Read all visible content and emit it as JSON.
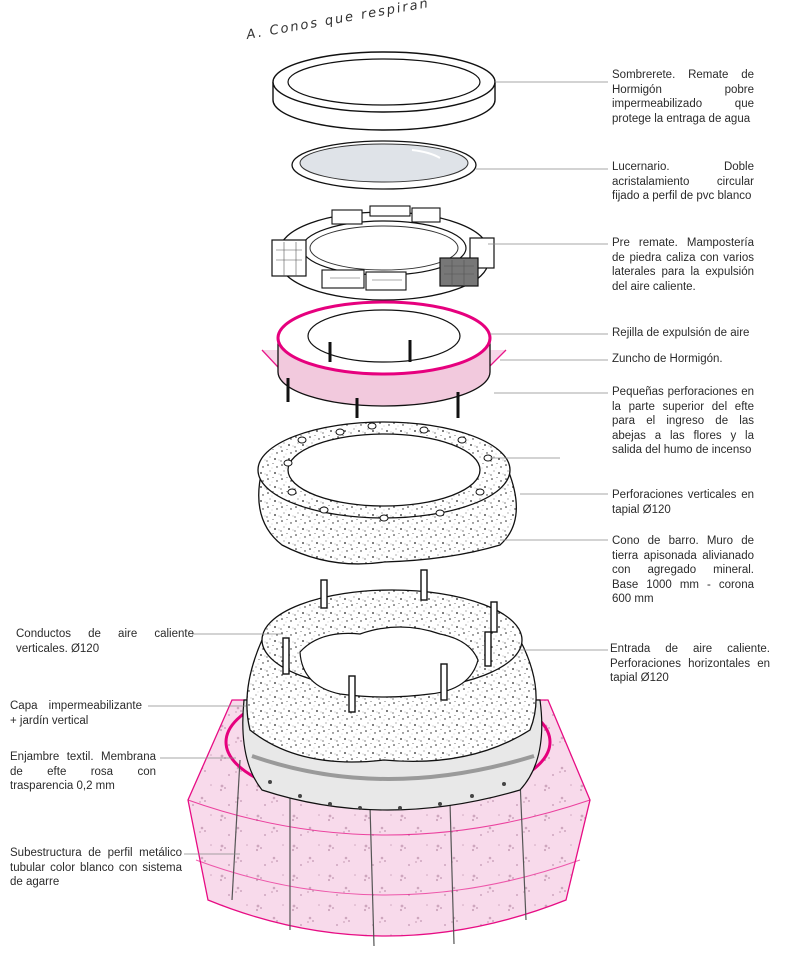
{
  "title": "A. Conos que respiran",
  "colors": {
    "accent": "#e6007e",
    "membrane_fill": "#f6d3e6",
    "outline": "#111111",
    "leader": "#8a8a8a"
  },
  "labels_right": [
    {
      "id": "sombrerete",
      "text": "Sombrerete. Remate de Hormigón pobre impermeabilizado que protege la entraga de agua"
    },
    {
      "id": "lucernario",
      "text": "Lucernario. Doble acristalamiento circular fijado a perfil de pvc blanco"
    },
    {
      "id": "pre-remate",
      "text": "Pre remate. Mampostería de piedra caliza con varios laterales para la expulsión del aire caliente."
    },
    {
      "id": "rejilla",
      "text": "Rejilla de expulsión de aire"
    },
    {
      "id": "zuncho",
      "text": "Zuncho de Hormigón."
    },
    {
      "id": "perforaciones-pequenas",
      "text": "Pequeñas perforaciones en la parte superior del efte para el ingreso de las abejas a las flores y la salida del humo de incenso"
    },
    {
      "id": "perforaciones-verticales",
      "text": "Perforaciones verticales en tapial Ø120"
    },
    {
      "id": "cono-barro",
      "text": "Cono de barro. Muro de tierra apisonada alivianado con agregado mineral. Base 1000 mm - corona 600 mm"
    },
    {
      "id": "entrada-aire",
      "text": "Entrada de aire caliente. Perforaciones horizontales en tapial Ø120"
    }
  ],
  "labels_left": [
    {
      "id": "conductos",
      "text": "Conductos de aire caliente verticales. Ø120"
    },
    {
      "id": "capa",
      "text": "Capa impermeabilizante + jardín vertical"
    },
    {
      "id": "enjambre",
      "text": "Enjambre textil. Membrana de efte rosa con trasparencia 0,2 mm"
    },
    {
      "id": "subestructura",
      "text": "Subestructura de perfil metálico tubular color blanco con sistema de agarre"
    }
  ]
}
